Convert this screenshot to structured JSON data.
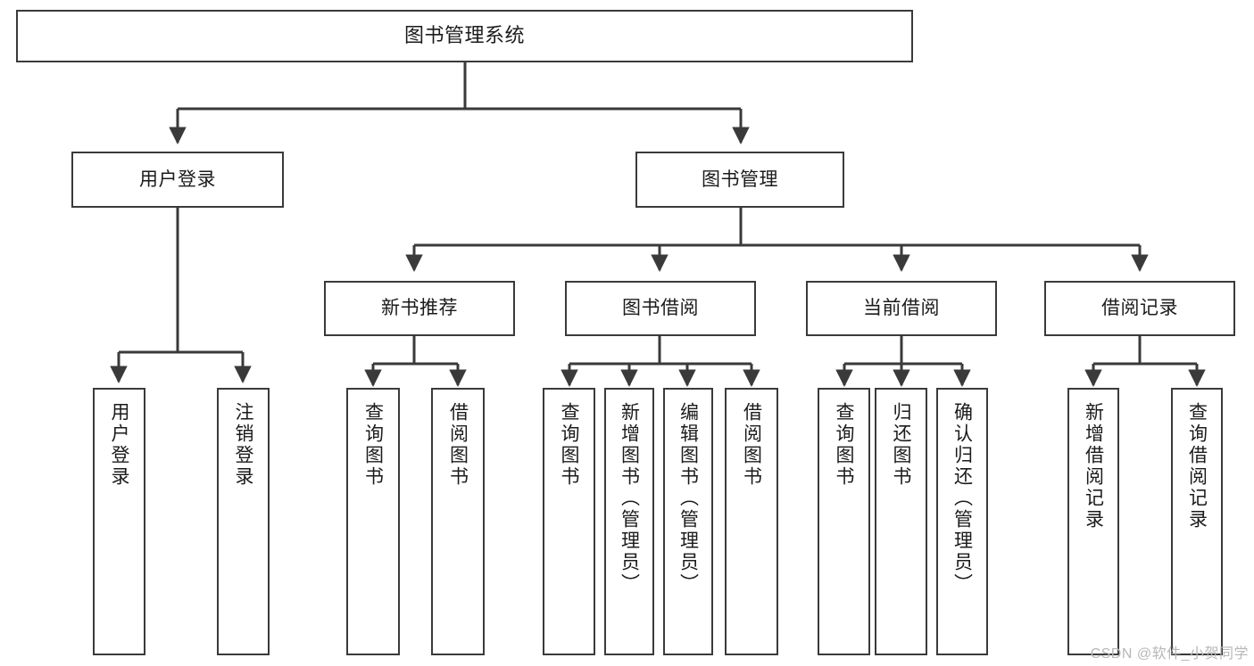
{
  "diagram": {
    "title": "图书管理系统",
    "type": "hierarchy-tree",
    "watermark": "CSDN @软件_小贺同学",
    "colors": {
      "stroke": "#3a3a3a",
      "fill": "#ffffff",
      "text": "#1b1b1b",
      "watermark": "#b7b7b7"
    },
    "nodes": {
      "root": {
        "label": "图书管理系统"
      },
      "level1": [
        {
          "id": "user-login",
          "label": "用户登录"
        },
        {
          "id": "book-manage",
          "label": "图书管理"
        }
      ],
      "level2": [
        {
          "id": "new-book-recommend",
          "label": "新书推荐"
        },
        {
          "id": "book-borrow",
          "label": "图书借阅"
        },
        {
          "id": "current-borrow",
          "label": "当前借阅"
        },
        {
          "id": "borrow-record",
          "label": "借阅记录"
        }
      ],
      "leaves": {
        "user-login": [
          {
            "id": "leaf-user-login",
            "label": "用户登录"
          },
          {
            "id": "leaf-logout",
            "label": "注销登录"
          }
        ],
        "new-book-recommend": [
          {
            "id": "leaf-query-book-1",
            "label": "查询图书"
          },
          {
            "id": "leaf-borrow-book-1",
            "label": "借阅图书"
          }
        ],
        "book-borrow": [
          {
            "id": "leaf-query-book-2",
            "label": "查询图书"
          },
          {
            "id": "leaf-add-book",
            "label": "新增图书（管理员）"
          },
          {
            "id": "leaf-edit-book",
            "label": "编辑图书（管理员）"
          },
          {
            "id": "leaf-borrow-book-2",
            "label": "借阅图书"
          }
        ],
        "current-borrow": [
          {
            "id": "leaf-query-book-3",
            "label": "查询图书"
          },
          {
            "id": "leaf-return-book",
            "label": "归还图书"
          },
          {
            "id": "leaf-confirm-return",
            "label": "确认归还（管理员）"
          }
        ],
        "borrow-record": [
          {
            "id": "leaf-add-record",
            "label": "新增借阅记录"
          },
          {
            "id": "leaf-query-record",
            "label": "查询借阅记录"
          }
        ]
      }
    }
  }
}
